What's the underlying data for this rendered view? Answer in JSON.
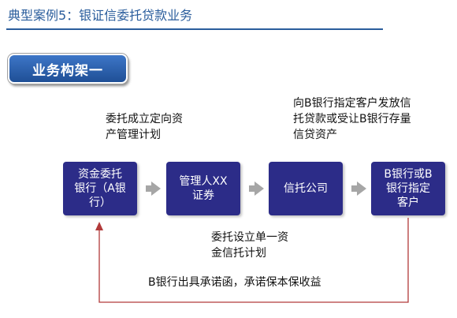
{
  "header": {
    "title": "典型案例5：银证信委托贷款业务"
  },
  "section": {
    "label": "业务构架一"
  },
  "notes": {
    "top_left": "委托成立定向资\n产管理计划",
    "top_right": "向B银行指定客户发放信\n托贷款或受让B银行存量\n信贷资产",
    "middle": "委托设立单一资\n金信托计划",
    "bottom": "B银行出具承诺函，承诺保本保收益"
  },
  "nodes": [
    {
      "label": "资金委托\n银行（A银\n行）"
    },
    {
      "label": "管理人XX\n证券"
    },
    {
      "label": "信托公司"
    },
    {
      "label": "B银行或B\n银行指定\n客户"
    }
  ],
  "colors": {
    "title": "#2a5d9c",
    "node_fill": "#2c2c88",
    "arrow": "#a6a6a6",
    "return_line": "#b23a3a"
  }
}
